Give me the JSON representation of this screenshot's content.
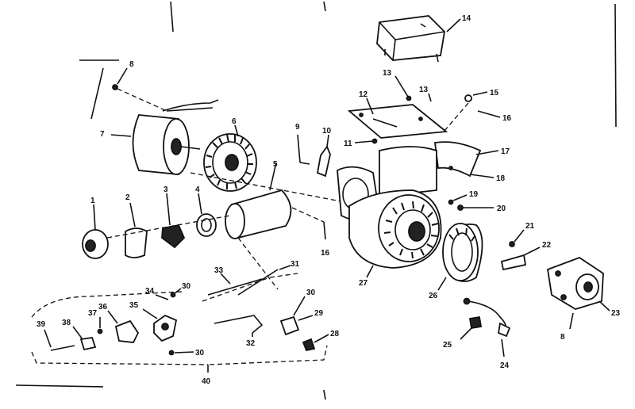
{
  "labels": {
    "l1": "1",
    "l2": "2",
    "l3": "3",
    "l4": "4",
    "l5": "5",
    "l6": "6",
    "l7": "7",
    "l8": "8",
    "l8b": "8",
    "l9": "9",
    "l10": "10",
    "l11": "11",
    "l12": "12",
    "l13": "13",
    "l13b": "13",
    "l14": "14",
    "l15": "15",
    "l16": "16",
    "l16b": "16",
    "l17": "17",
    "l18": "18",
    "l19": "19",
    "l20": "20",
    "l21": "21",
    "l22": "22",
    "l23": "23",
    "l24": "24",
    "l25": "25",
    "l26": "26",
    "l27": "27",
    "l28": "28",
    "l29": "29",
    "l30a": "30",
    "l30b": "30",
    "l30c": "30",
    "l31": "31",
    "l32": "32",
    "l33": "33",
    "l34": "34",
    "l35": "35",
    "l36": "36",
    "l37": "37",
    "l38": "38",
    "l39": "39",
    "l40": "40"
  }
}
